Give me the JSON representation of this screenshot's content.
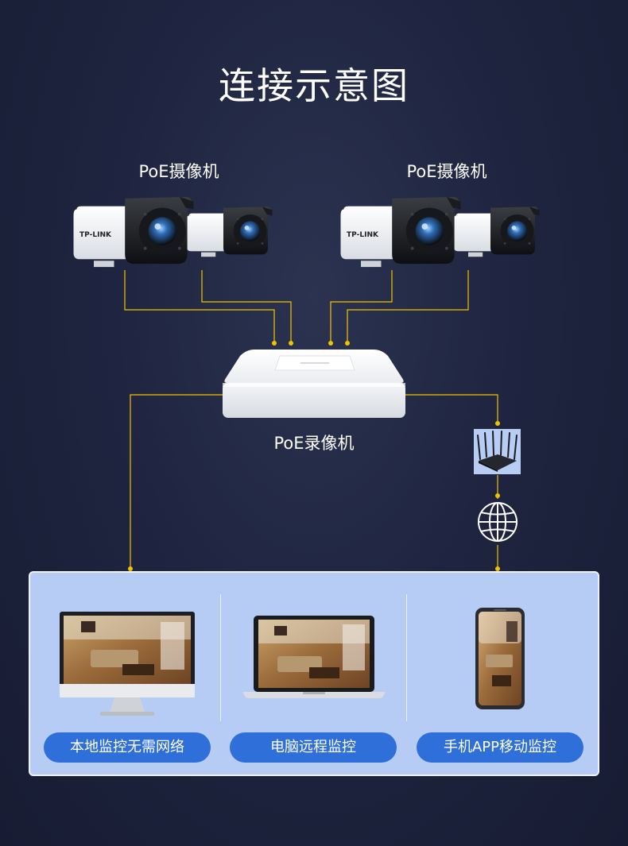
{
  "title": "连接示意图",
  "cameras": {
    "left_label": "PoE摄像机",
    "right_label": "PoE摄像机",
    "brand": "TP-LINK"
  },
  "recorder": {
    "label": "PoE录像机"
  },
  "panel": {
    "items": [
      {
        "label": "本地监控无需网络",
        "device": "monitor-icon"
      },
      {
        "label": "电脑远程监控",
        "device": "laptop-icon"
      },
      {
        "label": "手机APP移动监控",
        "device": "phone-icon"
      }
    ]
  },
  "colors": {
    "background": "#1f2540",
    "line": "#f2c200",
    "panel": "#b6ccf5",
    "pill": "#2f6fd9"
  }
}
